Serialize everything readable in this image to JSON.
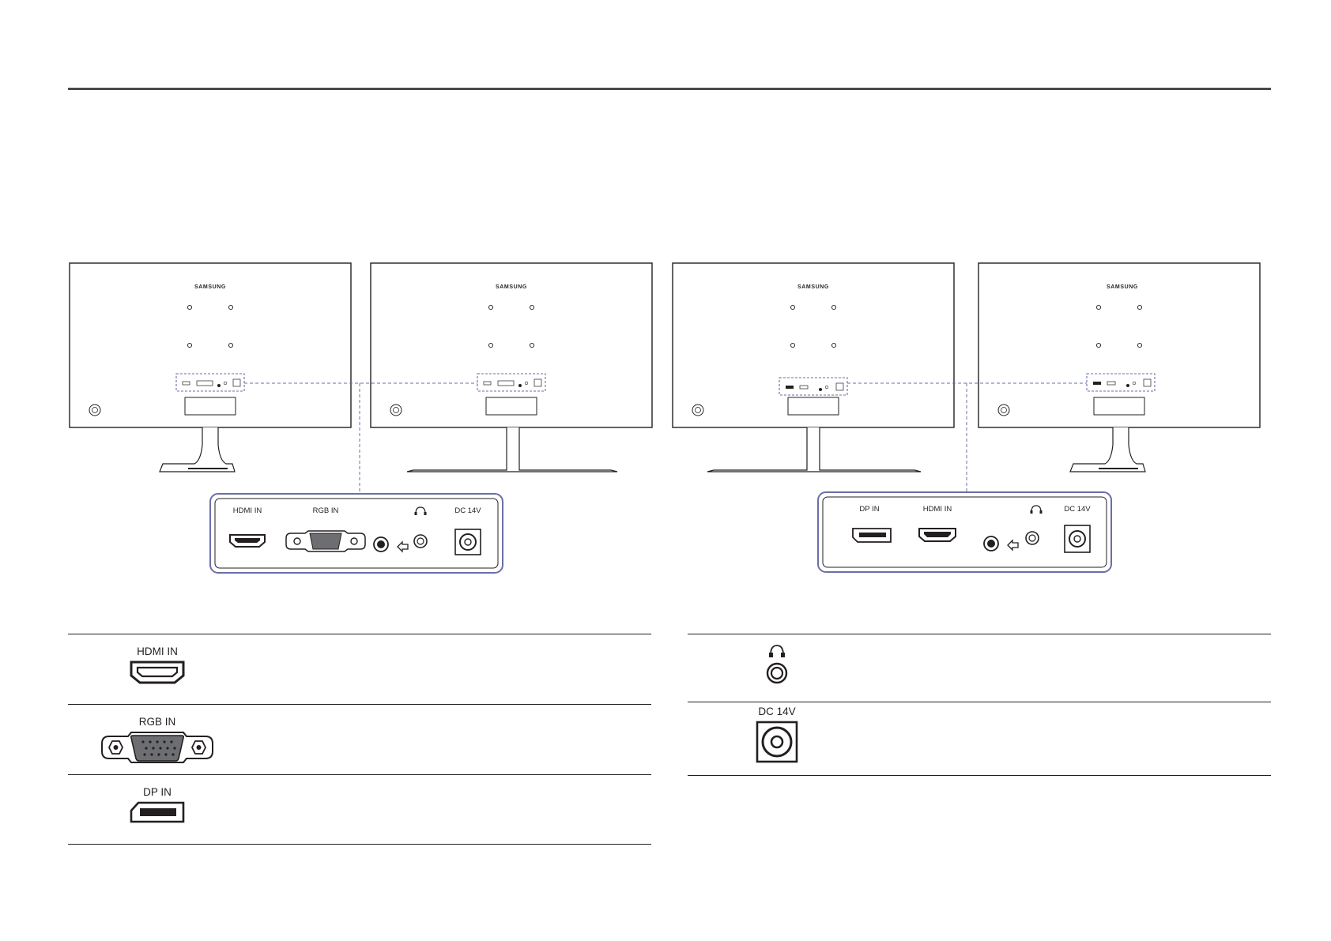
{
  "brand": "SAMSUNG",
  "callout_left": {
    "labels": [
      "HDMI IN",
      "RGB IN",
      "",
      "DC 14V"
    ]
  },
  "callout_right": {
    "labels": [
      "DP IN",
      "HDMI IN",
      "",
      "DC 14V"
    ]
  },
  "ports_left": [
    {
      "name": "HDMI IN",
      "icon": "hdmi-port-icon",
      "description": ""
    },
    {
      "name": "RGB IN",
      "icon": "vga-port-icon",
      "description": ""
    },
    {
      "name": "DP IN",
      "icon": "displayport-icon",
      "description": ""
    }
  ],
  "ports_right": [
    {
      "name": "",
      "icon": "headphone-jack-icon",
      "description": ""
    },
    {
      "name": "DC 14V",
      "icon": "dc-power-jack-icon",
      "description": ""
    }
  ],
  "colors": {
    "rule": "#4a4a4a",
    "line": "#231f20",
    "callout_border": "#6a6fa8",
    "dashed": "#6a6fa8",
    "vga_body": "#6d6e71"
  }
}
